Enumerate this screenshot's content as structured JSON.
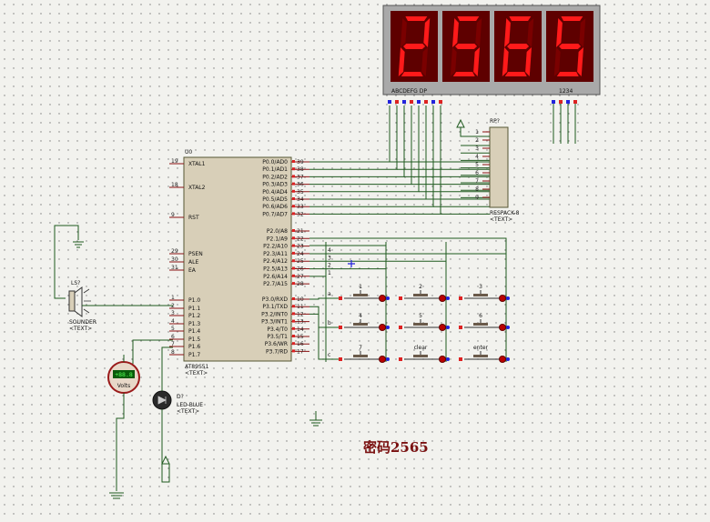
{
  "display": {
    "digits": [
      "2",
      "5",
      "6",
      "5"
    ],
    "pin_labels": "ABCDEFG  DP",
    "com_labels": "1234",
    "color_on": "#ff1a1a",
    "color_bg": "#5e0000"
  },
  "mcu": {
    "ref": "U0",
    "part": "AT89S51",
    "tag": "<TEXT>",
    "left_pins": [
      {
        "num": "19",
        "name": "XTAL1"
      },
      {
        "num": "18",
        "name": "XTAL2"
      },
      {
        "num": "9",
        "name": "RST"
      },
      {
        "num": "29",
        "name": "PSEN"
      },
      {
        "num": "30",
        "name": "ALE"
      },
      {
        "num": "31",
        "name": "EA"
      },
      {
        "num": "1",
        "name": "P1.0"
      },
      {
        "num": "2",
        "name": "P1.1"
      },
      {
        "num": "3",
        "name": "P1.2"
      },
      {
        "num": "4",
        "name": "P1.3"
      },
      {
        "num": "5",
        "name": "P1.4"
      },
      {
        "num": "6",
        "name": "P1.5"
      },
      {
        "num": "7",
        "name": "P1.6"
      },
      {
        "num": "8",
        "name": "P1.7"
      }
    ],
    "right_pins": [
      {
        "num": "39",
        "name": "P0.0/AD0"
      },
      {
        "num": "38",
        "name": "P0.1/AD1"
      },
      {
        "num": "37",
        "name": "P0.2/AD2"
      },
      {
        "num": "36",
        "name": "P0.3/AD3"
      },
      {
        "num": "35",
        "name": "P0.4/AD4"
      },
      {
        "num": "34",
        "name": "P0.5/AD5"
      },
      {
        "num": "33",
        "name": "P0.6/AD6"
      },
      {
        "num": "32",
        "name": "P0.7/AD7"
      },
      {
        "num": "21",
        "name": "P2.0/A8"
      },
      {
        "num": "22",
        "name": "P2.1/A9"
      },
      {
        "num": "23",
        "name": "P2.2/A10"
      },
      {
        "num": "24",
        "name": "P2.3/A11"
      },
      {
        "num": "25",
        "name": "P2.4/A12"
      },
      {
        "num": "26",
        "name": "P2.5/A13"
      },
      {
        "num": "27",
        "name": "P2.6/A14"
      },
      {
        "num": "28",
        "name": "P2.7/A15"
      },
      {
        "num": "10",
        "name": "P3.0/RXD"
      },
      {
        "num": "11",
        "name": "P3.1/TXD"
      },
      {
        "num": "12",
        "name": "P3.2/INT0"
      },
      {
        "num": "13",
        "name": "P3.3/INT1"
      },
      {
        "num": "14",
        "name": "P3.4/T0"
      },
      {
        "num": "15",
        "name": "P3.5/T1"
      },
      {
        "num": "16",
        "name": "P3.6/WR"
      },
      {
        "num": "17",
        "name": "P3.7/RD"
      }
    ]
  },
  "resistor_pack": {
    "ref": "RP?",
    "part": "RESPACK-8",
    "tag": "<TEXT>",
    "pins": [
      "1",
      "2",
      "3",
      "4",
      "5",
      "6",
      "7",
      "8",
      "9"
    ]
  },
  "sounder": {
    "ref": "LS?",
    "part": "SOUNDER",
    "tag": "<TEXT>"
  },
  "voltmeter": {
    "value": "+88.8",
    "unit": "Volts"
  },
  "led": {
    "ref": "D?",
    "part": "LED-BLUE",
    "tag": "<TEXT>"
  },
  "keypad": {
    "col_labels": [
      "4",
      "3",
      "2",
      "1"
    ],
    "row_labels": [
      "a",
      "b",
      "c"
    ],
    "keys": [
      {
        "label": "1"
      },
      {
        "label": "2"
      },
      {
        "label": "3"
      },
      {
        "label": "4"
      },
      {
        "label": "5"
      },
      {
        "label": "6"
      },
      {
        "label": "7"
      },
      {
        "label": "clear"
      },
      {
        "label": "enter"
      }
    ]
  },
  "caption": "密码2565"
}
